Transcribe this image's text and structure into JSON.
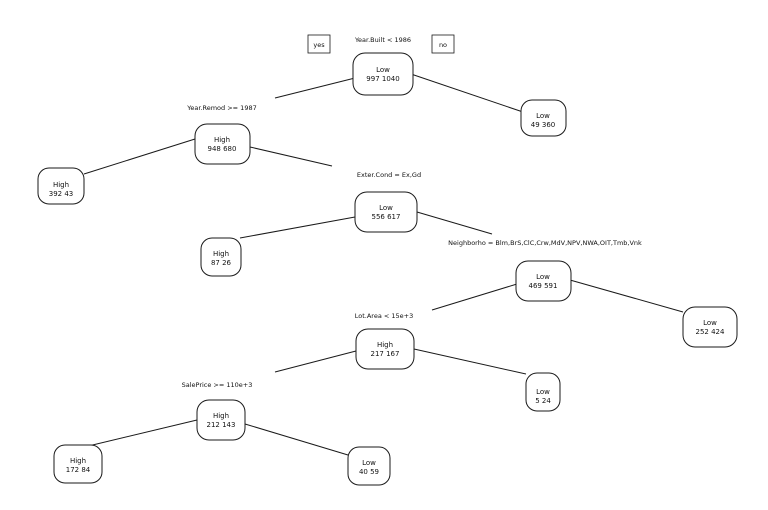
{
  "legend": {
    "yes": "yes",
    "no": "no"
  },
  "splits": {
    "s1": "Year.Built < 1986",
    "s2": "Year.Remod >= 1987",
    "s3": "Exter.Cond = Ex,Gd",
    "s4": "Neighborho = Blm,BrS,ClC,Crw,MdV,NPV,NWA,OIT,Tmb,Vnk",
    "s5": "Lot.Area < 15e+3",
    "s6": "SalePrice >= 110e+3"
  },
  "nodes": {
    "n1": {
      "class": "Low",
      "counts": "997  1040"
    },
    "n2": {
      "class": "High",
      "counts": "948  680"
    },
    "n3": {
      "class": "Low",
      "counts": "49  360"
    },
    "n4": {
      "class": "High",
      "counts": "392  43"
    },
    "n5": {
      "class": "Low",
      "counts": "556  617"
    },
    "n6": {
      "class": "High",
      "counts": "87  26"
    },
    "n7": {
      "class": "Low",
      "counts": "469  591"
    },
    "n8": {
      "class": "High",
      "counts": "217  167"
    },
    "n9": {
      "class": "Low",
      "counts": "252  424"
    },
    "n10": {
      "class": "Low",
      "counts": "5  24"
    },
    "n11": {
      "class": "High",
      "counts": "212  143"
    },
    "n12": {
      "class": "High",
      "counts": "172  84"
    },
    "n13": {
      "class": "Low",
      "counts": "40  59"
    }
  }
}
